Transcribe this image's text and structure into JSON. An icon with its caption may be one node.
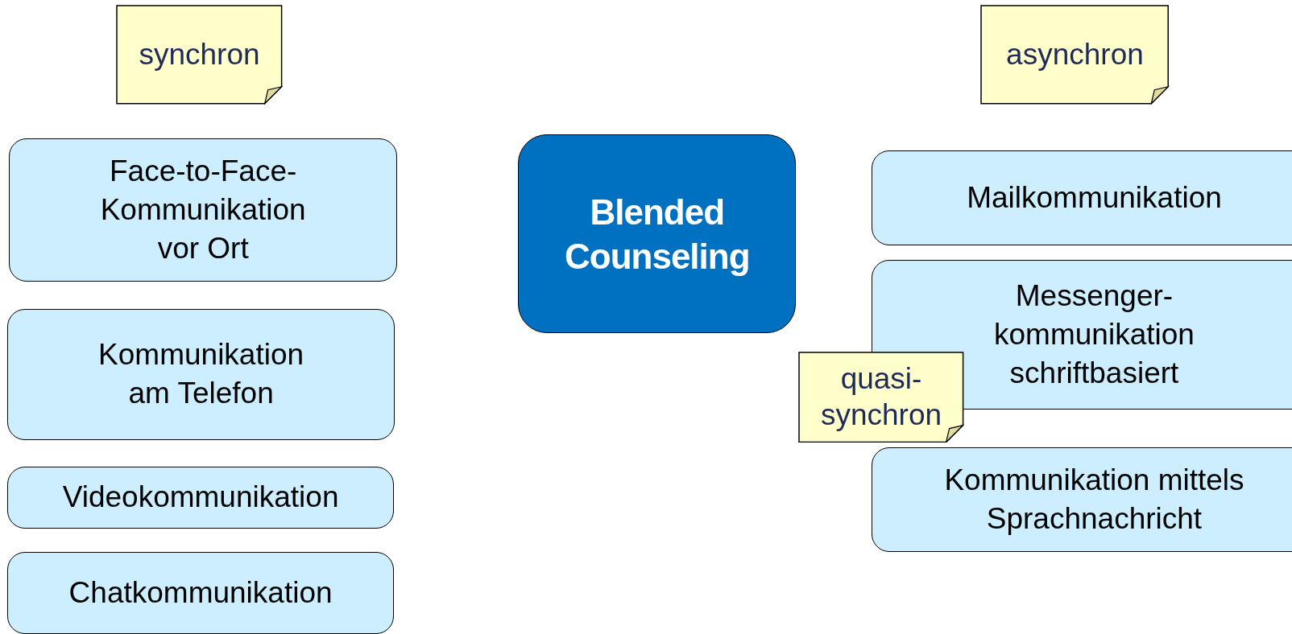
{
  "diagram": {
    "nodes": [
      {
        "text": [
          "synchron"
        ]
      },
      {
        "text": [
          "Face-to-Face- Kommunikation vor Ort"
        ]
      },
      {
        "text": [
          "Kommunikation am Telefon"
        ]
      },
      {
        "text": [
          "Videokommunikation"
        ]
      },
      {
        "text": [
          "Chatkommunikation"
        ]
      },
      {
        "text": [
          "Blended Counseling"
        ]
      },
      {
        "text": [
          "asynchron"
        ]
      },
      {
        "text": [
          "Mailkommunikation"
        ]
      },
      {
        "text": [
          "Messenger- kommunikation schriftbasiert"
        ]
      },
      {
        "text": [
          "quasi- synchron"
        ]
      },
      {
        "text": [
          "Kommunikation mittels Sprachnachricht"
        ]
      }
    ],
    "edges": []
  }
}
